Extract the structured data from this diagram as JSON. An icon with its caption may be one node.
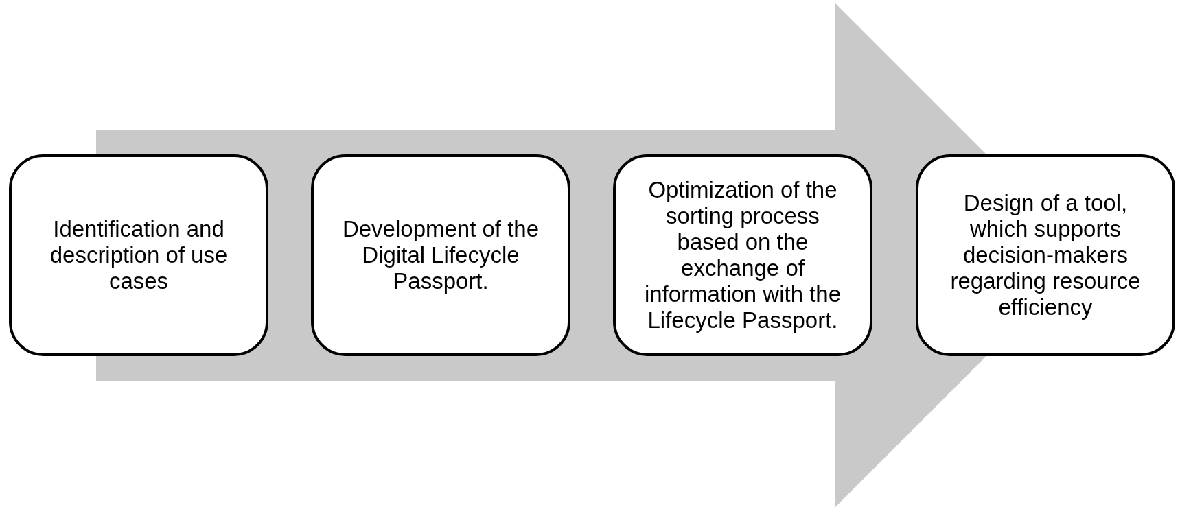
{
  "diagram": {
    "nodes": [
      {
        "text": [
          "Identification and description of use cases"
        ]
      },
      {
        "text": [
          "Development of the Digital Lifecycle Passport."
        ]
      },
      {
        "text": [
          "Optimization of the sorting process based on the exchange of information with the Lifecycle Passport."
        ]
      },
      {
        "text": [
          "Design of a tool, which supports decision-makers regarding resource efficiency"
        ]
      }
    ],
    "edges": [
      {
        "from": 0,
        "to": 3,
        "arrow": "to"
      }
    ]
  }
}
